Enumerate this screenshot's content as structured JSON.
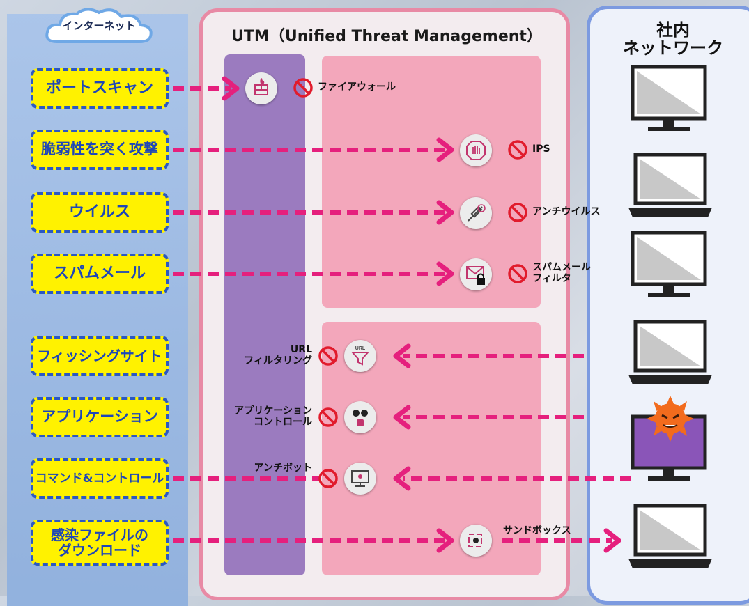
{
  "internet": {
    "label": "インターネット"
  },
  "utm": {
    "title": "UTM（Unified Threat Management）"
  },
  "lan": {
    "title_line1": "社内",
    "title_line2": "ネットワーク"
  },
  "threats": [
    {
      "label": "ポートスキャン"
    },
    {
      "label": "脆弱性を突く攻撃"
    },
    {
      "label": "ウイルス"
    },
    {
      "label": "スパムメール"
    },
    {
      "label": "フィッシングサイト"
    },
    {
      "label": "アプリケーション"
    },
    {
      "label": "コマンド&コントロール"
    },
    {
      "label_line1": "感染ファイルの",
      "label_line2": "ダウンロード"
    }
  ],
  "functions": [
    {
      "label": "ファイアウォール",
      "icon": "firewall-icon"
    },
    {
      "label": "IPS",
      "icon": "stop-hand-icon"
    },
    {
      "label": "アンチウイルス",
      "icon": "syringe-icon"
    },
    {
      "label_line1": "スパムメール",
      "label_line2": "フィルタ",
      "icon": "locked-mail-icon"
    },
    {
      "label_line1": "URL",
      "label_line2": "フィルタリング",
      "icon": "url-filter-icon",
      "badge": "URL"
    },
    {
      "label_line1": "アプリケーション",
      "label_line2": "コントロール",
      "icon": "social-apps-icon"
    },
    {
      "label": "アンチボット",
      "icon": "monitor-bot-icon"
    },
    {
      "label": "サンドボックス",
      "icon": "sandbox-icon"
    }
  ],
  "colors": {
    "threat_fill": "#fff200",
    "threat_text": "#1e46b8",
    "arrow": "#e5207d",
    "utm_border": "#e88aa5",
    "lan_border": "#7c9ae0",
    "infected_pc": "#8a55b8",
    "malware": "#f26b1d"
  }
}
